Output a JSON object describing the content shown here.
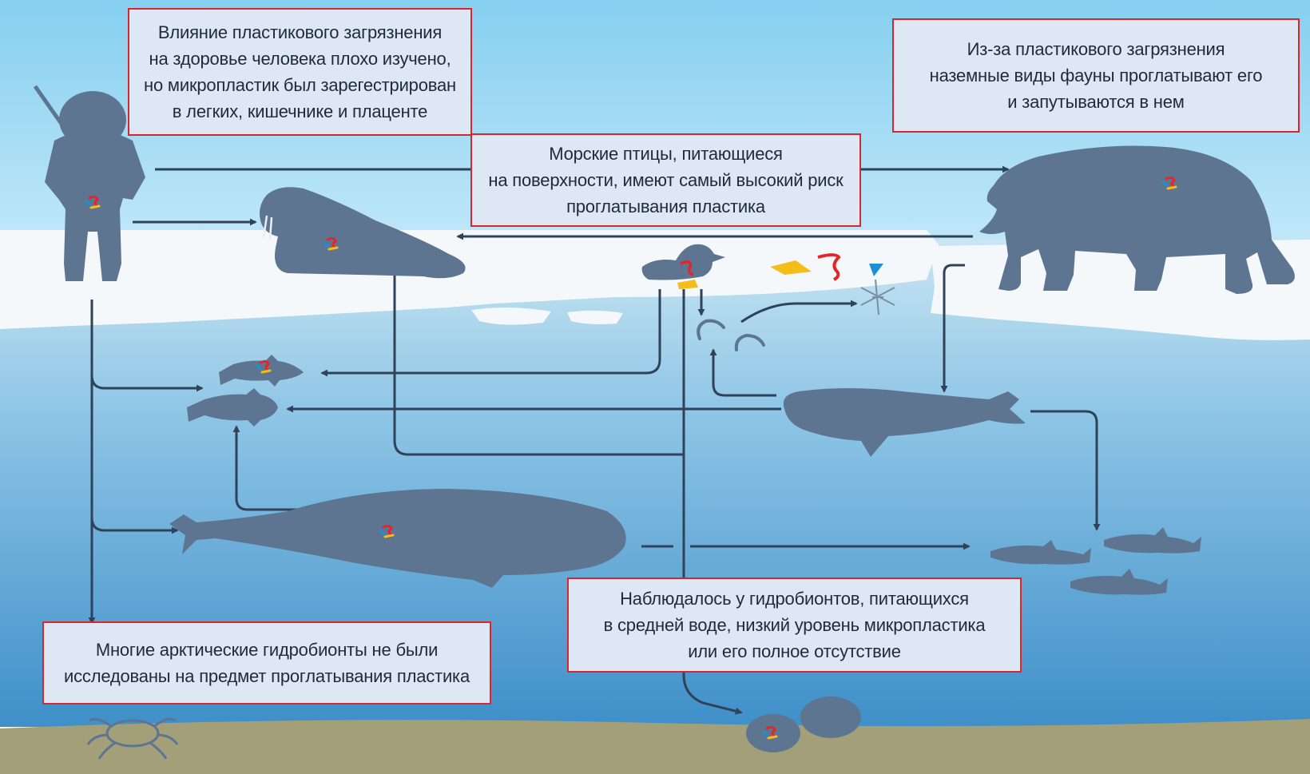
{
  "callouts": {
    "human_health": "Влияние пластикового загрязнения\nна здоровье человека плохо изучено,\nно микропластик был зарегестрирован\nв легких, кишечнике и плаценте",
    "land_fauna": "Из-за пластикового загрязнения\nназемные виды фауны проглатывают его\nи запутываются в нем",
    "seabirds": "Морские птицы, питающиеся\nна поверхности, имеют самый высокий риск\nпроглатывания пластика",
    "unstudied": "Многие арктические гидробионты не были\nисследованы на предмет проглатывания пластика",
    "midwater": "Наблюдалось у гидробионтов, питающихся\nв средней воде, низкий уровень микропластика\nили его полное отсутствие"
  },
  "colors": {
    "sky_top": "#86cff0",
    "sky_bottom": "#bfe7f8",
    "water_top": "#c9e6f3",
    "water_bottom": "#3f8fc9",
    "seabed": "#a39f78",
    "ice": "#f4f8fb",
    "silhouette": "#5e7591",
    "arrow": "#2f4259",
    "callout_border": "#d7262e",
    "callout_fill": "#dde8f4",
    "plastic_red": "#e3262a",
    "plastic_yellow": "#f5bd19",
    "plastic_blue": "#1c8fd6"
  },
  "icons": [
    "hunter-icon",
    "walrus-icon",
    "polar-bear-icon",
    "seabird-icon",
    "shrimp-icon",
    "zooplankton-icon",
    "cod-fish-icon",
    "seal-icon",
    "bowhead-whale-icon",
    "salmon-fish-icon",
    "crab-icon",
    "clam-icon",
    "plastic-fragment-icon"
  ]
}
